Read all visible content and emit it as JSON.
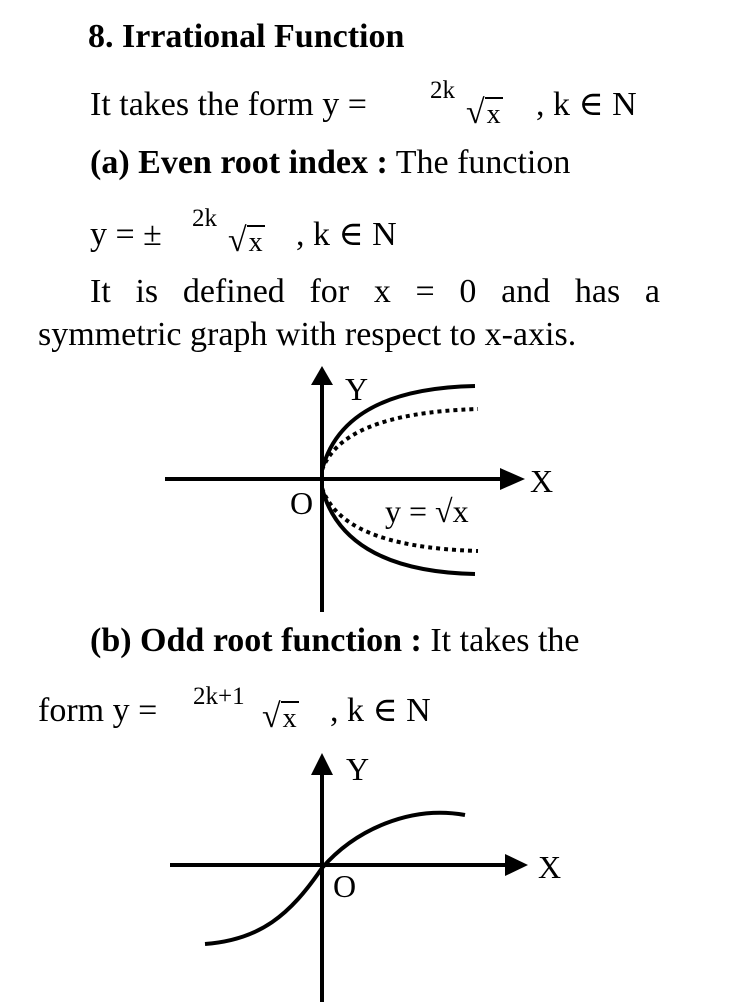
{
  "title": "8. Irrational Function",
  "intro": {
    "text": "It takes the form y =",
    "index": "2k",
    "radicand": "x",
    "suffix": ", k ∈ N"
  },
  "part_a": {
    "heading": "(a) Even root index :",
    "text": "The function",
    "formula": {
      "prefix": "y = ±",
      "index": "2k",
      "radicand": "x",
      "suffix": ", k ∈ N"
    },
    "description_line1": [
      "It",
      "is",
      "defined",
      "for",
      "x",
      "=",
      "0",
      "and",
      "has",
      "a"
    ],
    "description_line2": "symmetric graph with respect to x-axis.",
    "graph": {
      "y_label": "Y",
      "x_label": "X",
      "origin_label": "O",
      "curve_label_prefix": "y = ",
      "curve_label_radicand": "x"
    }
  },
  "part_b": {
    "heading": "(b) Odd root function :",
    "text": "It takes the",
    "formula": {
      "prefix": "form y =",
      "index": "2k+1",
      "radicand": "x",
      "suffix": ", k ∈ N"
    },
    "graph": {
      "y_label": "Y",
      "x_label": "X",
      "origin_label": "O"
    }
  }
}
